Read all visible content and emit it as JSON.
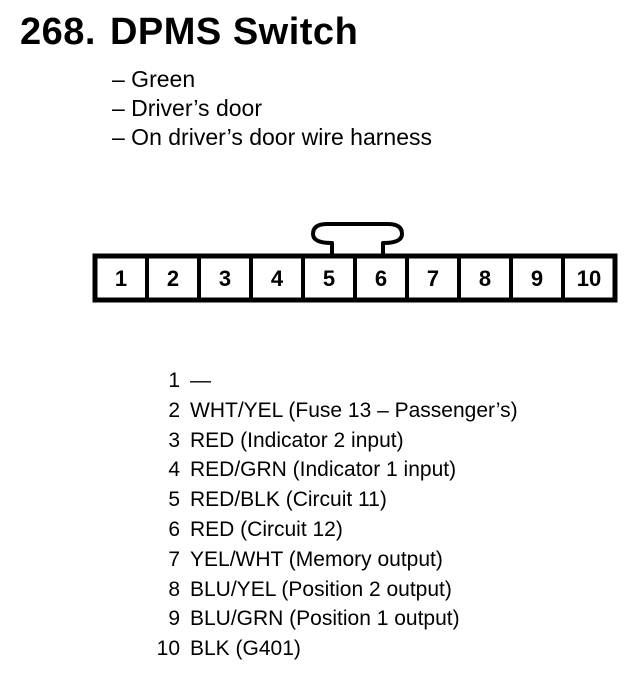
{
  "header": {
    "number": "268.",
    "name": "DPMS Switch"
  },
  "notes": [
    "– Green",
    "– Driver’s door",
    "– On driver’s door wire harness"
  ],
  "connector": {
    "cavities": [
      "1",
      "2",
      "3",
      "4",
      "5",
      "6",
      "7",
      "8",
      "9",
      "10"
    ]
  },
  "pins": [
    {
      "num": "1",
      "desc": "—"
    },
    {
      "num": "2",
      "desc": "WHT/YEL (Fuse 13 – Passenger’s)"
    },
    {
      "num": "3",
      "desc": "RED (Indicator 2 input)"
    },
    {
      "num": "4",
      "desc": "RED/GRN (Indicator 1 input)"
    },
    {
      "num": "5",
      "desc": "RED/BLK (Circuit 11)"
    },
    {
      "num": "6",
      "desc": "RED (Circuit 12)"
    },
    {
      "num": "7",
      "desc": "YEL/WHT (Memory output)"
    },
    {
      "num": "8",
      "desc": "BLU/YEL (Position 2 output)"
    },
    {
      "num": "9",
      "desc": "BLU/GRN (Position 1 output)"
    },
    {
      "num": "10",
      "desc": "BLK (G401)"
    }
  ]
}
